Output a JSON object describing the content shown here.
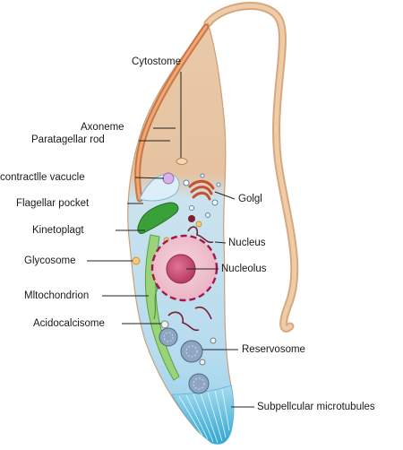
{
  "labels": {
    "cytostome": "Cytostome",
    "axoneme": "Axoneme",
    "paraflagellar_rod": "Paratagellar rod",
    "contractile_vacuole": "contractlle vacucle",
    "flagellar_pocket": "Flagellar pocket",
    "kinetoplast": "Kinetoplagt",
    "glycosome": "Glycosome",
    "mitochondrion": "Mltochondrion",
    "acidocalcisome": "Acidocalcisome",
    "golgi": "Golgl",
    "nucleus": "Nucleus",
    "nucleolus": "Nucleolus",
    "reservosome": "Reservosome",
    "subpellicular_microtubules": "Subpellcular microtubules"
  },
  "colors": {
    "body_upper": "#e7c6a3",
    "body_lower": "#b8dcef",
    "flagellum": "#e5bb93",
    "nucleus_fill": "#f2c9d3",
    "nucleolus_fill": "#cf5a7e",
    "nucleus_border": "#a3174a",
    "kinetoplast": "#3aa13a",
    "mitochondrion": "#8fcf6e",
    "golgi": "#c9502f",
    "reservosome": "#8ea6c2",
    "microtubules_tip": "#3fb2d6",
    "leader_line": "#222222"
  }
}
